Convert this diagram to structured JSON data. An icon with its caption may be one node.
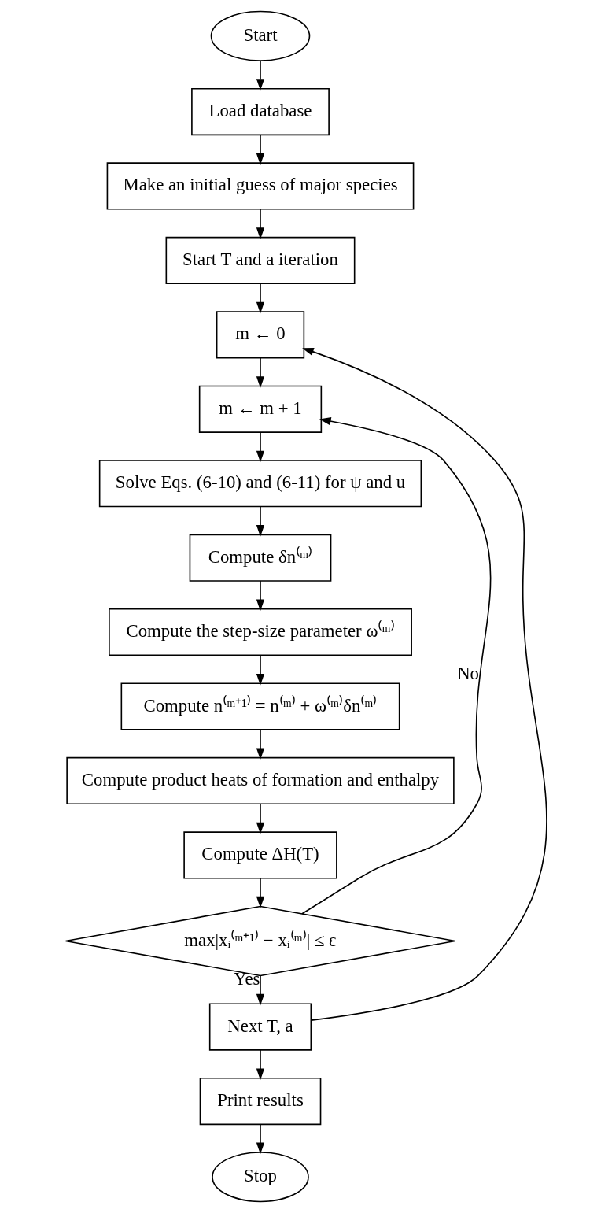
{
  "diagram": {
    "nodes": [
      {
        "text": [
          "Start"
        ]
      },
      {
        "text": [
          "Load database"
        ]
      },
      {
        "text": [
          "Make an initial guess of major species"
        ]
      },
      {
        "text": [
          "Start T and a iteration"
        ]
      },
      {
        "text": [
          "m ← 0"
        ]
      },
      {
        "text": [
          "m ← m + 1"
        ]
      },
      {
        "text": [
          "Solve Eqs. (6-10) and (6-11) for ψ and u"
        ]
      },
      {
        "text": [
          "Compute δn⁽ᵐ⁾"
        ]
      },
      {
        "text": [
          "Compute the step-size parameter ω⁽ᵐ⁾"
        ]
      },
      {
        "text": [
          "Compute n⁽ᵐ⁺¹⁾ = n⁽ᵐ⁾ + ω⁽ᵐ⁾δn⁽ᵐ⁾"
        ]
      },
      {
        "text": [
          "Compute product heats of formation and enthalpy"
        ]
      },
      {
        "text": [
          "Compute ΔH(T)"
        ]
      },
      {
        "text": [
          "max|xᵢ⁽ᵐ⁺¹⁾ − xᵢ⁽ᵐ⁾| ≤ ε"
        ]
      },
      {
        "text": [
          "Next T, a"
        ]
      },
      {
        "text": [
          "Print results"
        ]
      },
      {
        "text": [
          "Stop"
        ]
      }
    ],
    "edges": [
      {
        "from": 0,
        "to": 1,
        "arrow": "to"
      },
      {
        "from": 1,
        "to": 2,
        "arrow": "to"
      },
      {
        "from": 2,
        "to": 3,
        "arrow": "to"
      },
      {
        "from": 3,
        "to": 4,
        "arrow": "to"
      },
      {
        "from": 4,
        "to": 5,
        "arrow": "to"
      },
      {
        "from": 5,
        "to": 6,
        "arrow": "to"
      },
      {
        "from": 6,
        "to": 7,
        "arrow": "to"
      },
      {
        "from": 7,
        "to": 8,
        "arrow": "to"
      },
      {
        "from": 8,
        "to": 9,
        "arrow": "to"
      },
      {
        "from": 9,
        "to": 10,
        "arrow": "to"
      },
      {
        "from": 10,
        "to": 11,
        "arrow": "to"
      },
      {
        "from": 11,
        "to": 12,
        "arrow": "to"
      },
      {
        "from": 12,
        "to": 5,
        "arrow": "to",
        "label": "No"
      },
      {
        "from": 12,
        "to": 13,
        "arrow": "to",
        "label": "Yes"
      },
      {
        "from": 13,
        "to": 4,
        "arrow": "to"
      },
      {
        "from": 13,
        "to": 14,
        "arrow": "to"
      },
      {
        "from": 14,
        "to": 15,
        "arrow": "to"
      }
    ]
  }
}
